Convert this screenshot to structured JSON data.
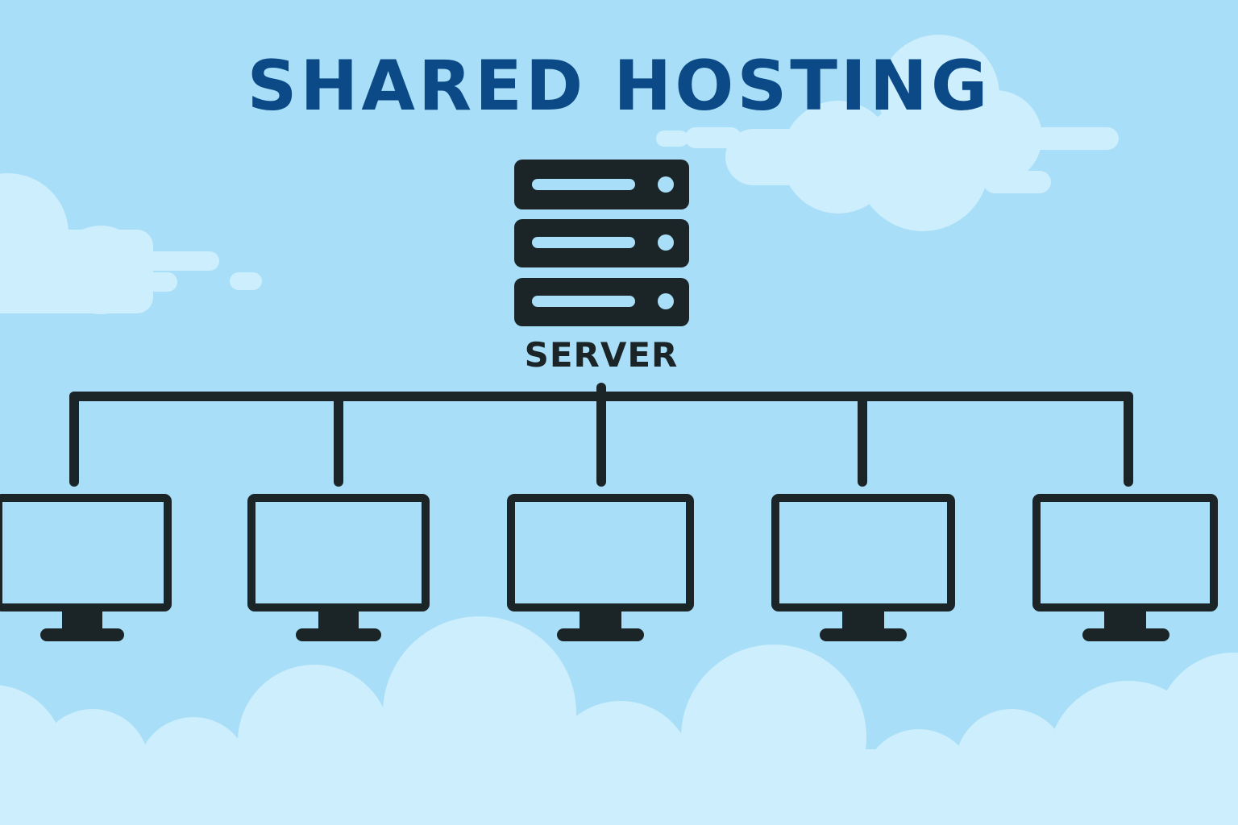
{
  "title": "SHARED HOSTING",
  "server": {
    "label": "SERVER",
    "icon": "server-rack-icon",
    "units": 3
  },
  "clients": [
    {
      "icon": "monitor-icon"
    },
    {
      "icon": "monitor-icon"
    },
    {
      "icon": "monitor-icon"
    },
    {
      "icon": "monitor-icon"
    },
    {
      "icon": "monitor-icon"
    }
  ],
  "colors": {
    "background": "#a8def7",
    "cloud": "#cdeefc",
    "title": "#0b4a86",
    "ink": "#1b2527",
    "screen": "#a8def7"
  }
}
